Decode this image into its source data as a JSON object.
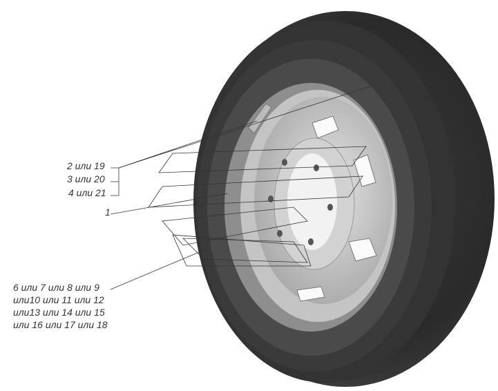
{
  "labels": {
    "l2": "2 или 19",
    "l3": "3 или 20",
    "l4": "4 или 21",
    "l1": "1",
    "l6_lines": [
      "6 или 7 или 8 или 9",
      "или10 или 11 или 12",
      "или13 или 14 или 15",
      "или 16 или 17 или 18"
    ]
  }
}
